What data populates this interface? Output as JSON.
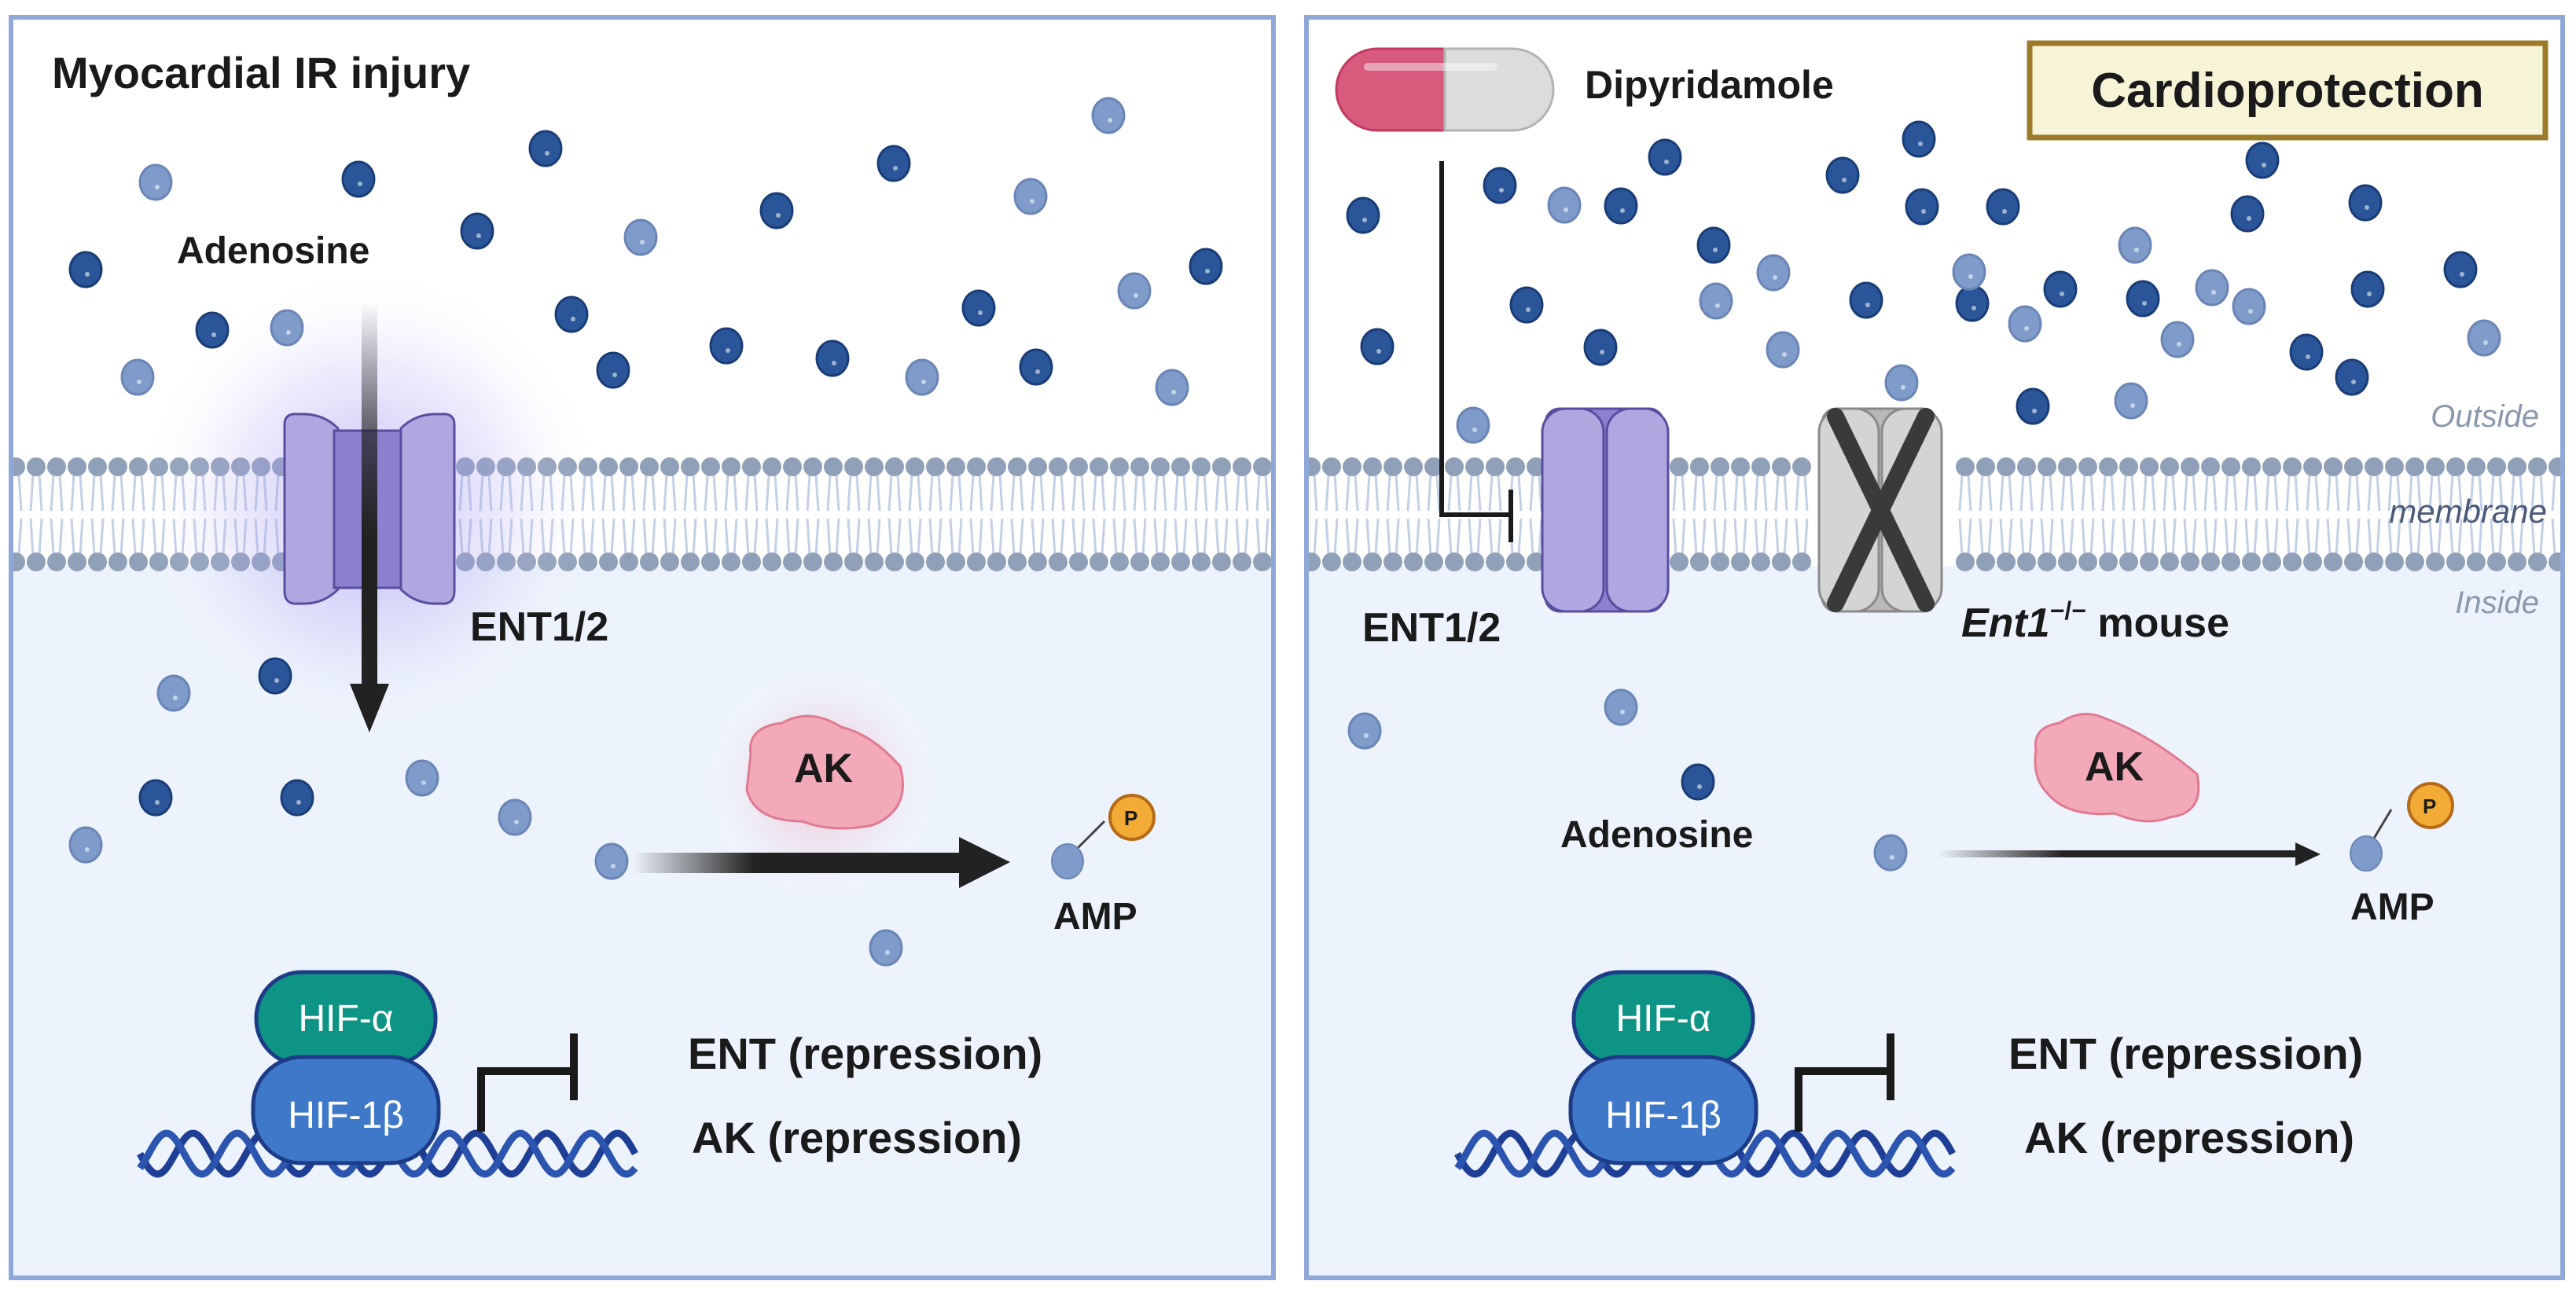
{
  "left_panel": {
    "title": "Myocardial IR injury",
    "adenosine_label": "Adenosine",
    "transporter_label": "ENT1/2",
    "enzyme_label": "AK",
    "product_label": "AMP",
    "phosphate_label": "P",
    "hif_alpha_label": "HIF-α",
    "hif_beta_label": "HIF-1β",
    "repression_lines": [
      "ENT (repression)",
      "AK (repression)"
    ]
  },
  "right_panel": {
    "drug_label": "Dipyridamole",
    "banner_label": "Cardioprotection",
    "transporter_label": "ENT1/2",
    "knockout_label_italic": "Ent1",
    "knockout_superscript": "−/−",
    "knockout_label_suffix": " mouse",
    "adenosine_label": "Adenosine",
    "enzyme_label": "AK",
    "product_label": "AMP",
    "phosphate_label": "P",
    "hif_alpha_label": "HIF-α",
    "hif_beta_label": "HIF-1β",
    "repression_lines": [
      "ENT (repression)",
      "AK (repression)"
    ],
    "compartment_labels": {
      "outside": "Outside",
      "membrane": "membrane",
      "inside": "Inside"
    }
  },
  "colors": {
    "panel_border": "#8fa8d8",
    "inside_fill": "#edf3fc",
    "outside_fill": "#ffffff",
    "adenosine_dark": "#2a5699",
    "adenosine_light": "#7e9bc9",
    "transporter": "#ae a6e0",
    "hif_alpha": "#0e9484",
    "hif_beta": "#3f78c8",
    "dna": "#1f3f96",
    "ak": "#f2aab9",
    "phosphate": "#f2ab34",
    "banner_fill": "#f7f3d6",
    "banner_border": "#9b7b2a",
    "pill_red": "#d85a7c",
    "pill_grey": "#dcdcdc"
  }
}
